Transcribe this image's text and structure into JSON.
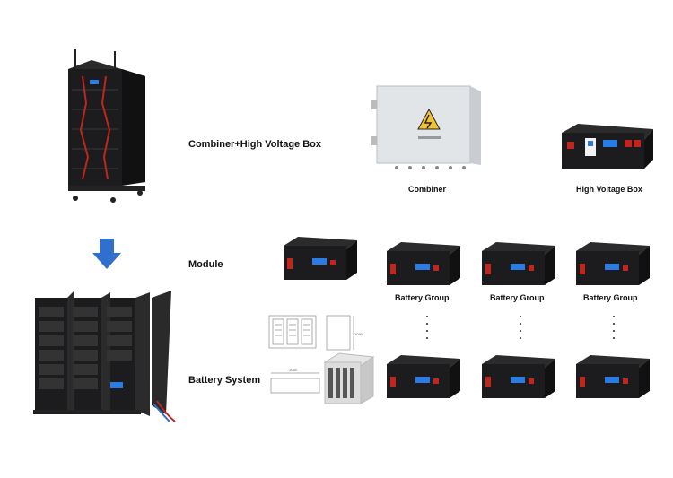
{
  "labels": {
    "combiner_hv": "Combiner+High Voltage Box",
    "module": "Module",
    "battery_system": "Battery System",
    "combiner": "Combiner",
    "hv_box": "High Voltage Box",
    "battery_group": "Battery Group",
    "drawing_dim_w": "1060",
    "drawing_dim_h": "1090"
  },
  "colors": {
    "arrow": "#2f6fce",
    "cabinet": "#1c1c1e",
    "cable_red": "#c0261d",
    "screen_blue": "#2a7be4",
    "combiner_box": "#e2e5e8"
  }
}
